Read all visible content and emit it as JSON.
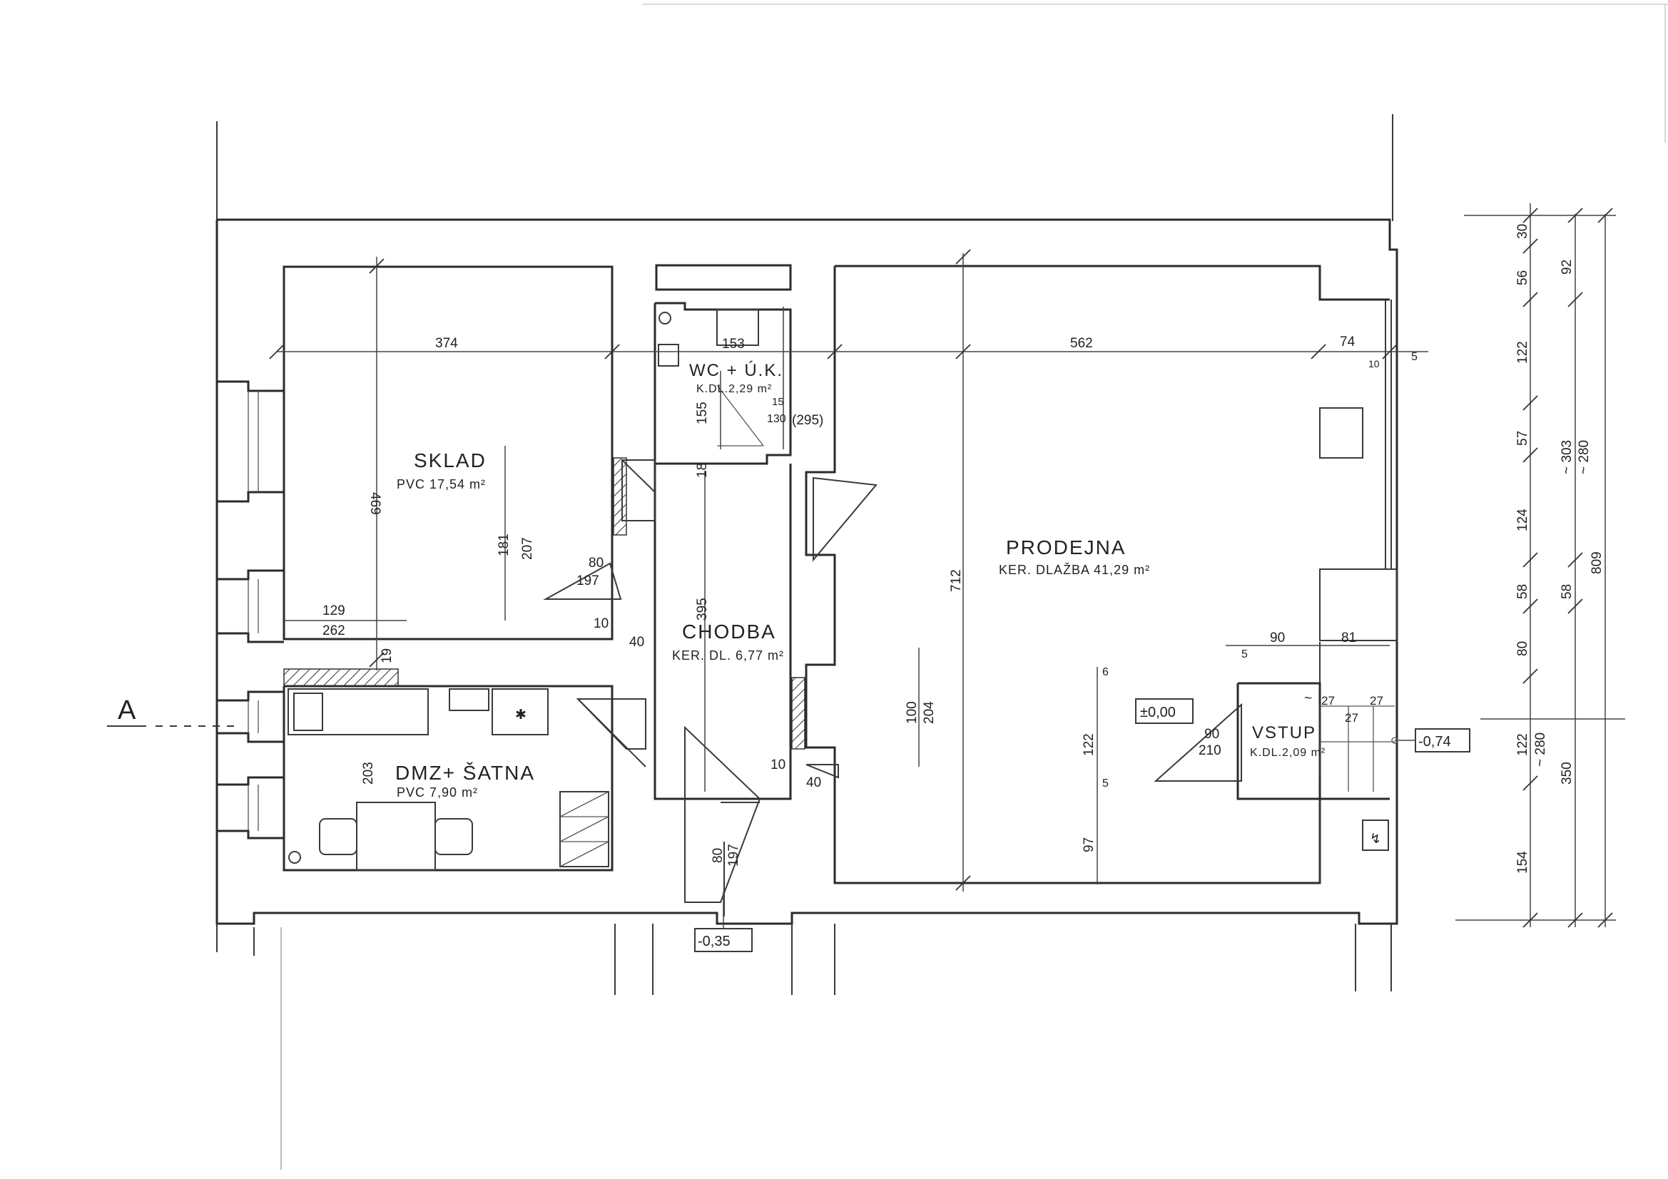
{
  "rooms": {
    "sklad": {
      "name": "SKLAD",
      "finish": "PVC 17,54 m²"
    },
    "wc": {
      "name": "WC + Ú.K.",
      "finish": "K.DL.2,29 m²"
    },
    "chodba": {
      "name": "CHODBA",
      "finish": "KER. DL. 6,77 m²"
    },
    "prodejna": {
      "name": "PRODEJNA",
      "finish": "KER. DLAŽBA 41,29 m²"
    },
    "dmz": {
      "name": "DMZ+ ŠATNA",
      "finish": "PVC 7,90 m²"
    },
    "vstup": {
      "name": "VSTUP",
      "finish": "K.DL.2,09 m²"
    }
  },
  "levels": {
    "floor": "±0,00",
    "entrance": "-0,74",
    "corridor_exit": "-0,35"
  },
  "section_label": "A",
  "dimensions": {
    "sklad_width": "374",
    "sklad_height": "469",
    "sklad_window_h": "181",
    "sklad_window_h2": "207",
    "sklad_door_w": "80",
    "sklad_door_h": "197",
    "sklad_bottom_a": "129",
    "sklad_bottom_b": "262",
    "sklad_wall": "19",
    "wc_width": "153",
    "wc_height": "155",
    "wc_sink_a": "15",
    "wc_sink_b": "130",
    "wc_sink_c": "(295)",
    "wc_door_gap": "18",
    "chodba_length": "395",
    "chodba_wall_a": "10",
    "chodba_wall_b": "40",
    "chodba_wall_c": "10",
    "chodba_wall_d": "40",
    "chodba_door_w": "80",
    "chodba_door_h": "197",
    "dmz_height": "203",
    "prodejna_width": "562",
    "prodejna_height": "712",
    "prodejna_right": "74",
    "prodejna_door_h1": "100",
    "prodejna_door_h2": "204",
    "prodejna_wall_a": "10",
    "prodejna_wall_b": "5",
    "prodejna_vstup_w": "90",
    "prodejna_vstup_b": "81",
    "prodejna_vstup_c": "5",
    "prodejna_tick_a": "6",
    "prodejna_tick_b": "122",
    "prodejna_tick_c": "5",
    "prodejna_tick_d": "97",
    "vstup_door_w": "90",
    "vstup_door_h": "210",
    "vstup_step_a": "27",
    "vstup_step_b": "27",
    "vstup_step_c": "27",
    "vstup_tilde": "~",
    "right_1": "30",
    "right_2": "56",
    "right_3": "122",
    "right_4": "57",
    "right_5": "124",
    "right_6": "58",
    "right_7": "80",
    "right_8": "122",
    "right_8b": "~ 280",
    "right_9": "154",
    "right_outer_1": "92",
    "right_outer_2": "~ 303",
    "right_outer_3": "~ 280",
    "right_outer_4": "58",
    "right_outer_5": "350",
    "right_total": "809"
  }
}
